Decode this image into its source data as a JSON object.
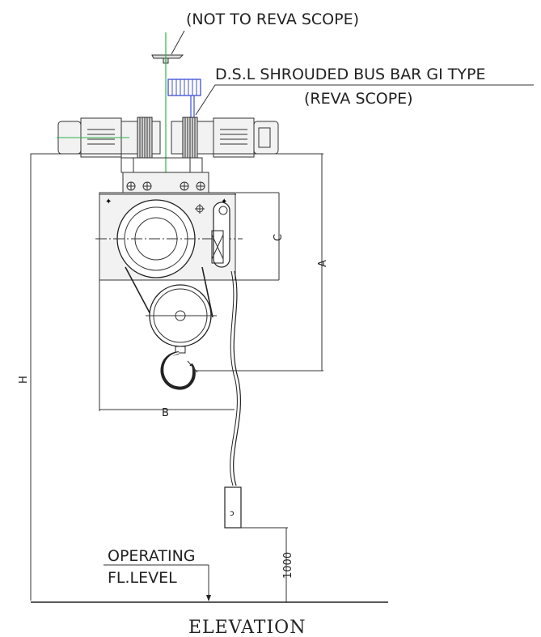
{
  "notes": {
    "not_to_reva_scope": "(NOT TO REVA SCOPE)",
    "bus_bar": "D.S.L SHROUDED BUS BAR GI TYPE",
    "reva_scope": "(REVA SCOPE)"
  },
  "dimensions": {
    "a": "A",
    "b": "B",
    "c": "C",
    "h": "H",
    "pendant_height": "1000"
  },
  "floor": {
    "line1": "OPERATING",
    "line2": "FL.LEVEL"
  },
  "title": "ELEVATION",
  "colors": {
    "centerline": "#2fb34a",
    "bus_bar": "#3c4fd6"
  }
}
